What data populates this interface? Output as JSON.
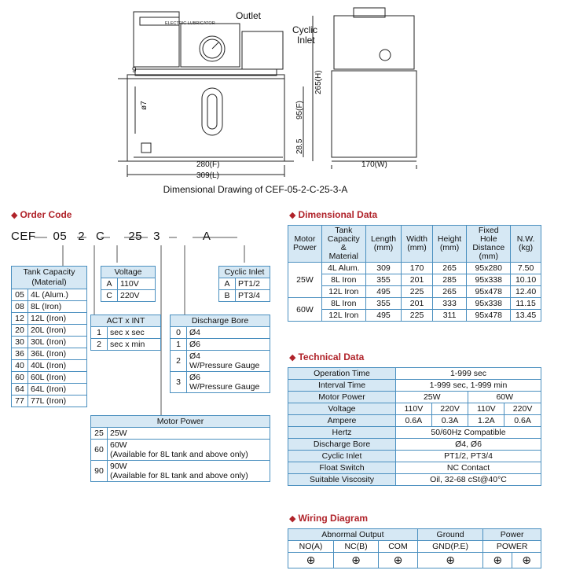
{
  "drawing": {
    "caption": "Dimensional Drawing of CEF-05-2-C-25-3-A",
    "labels": {
      "outlet": "Outlet",
      "cyclic_inlet": "Cyclic\nInlet",
      "nameplate": "ELECTRIC LUBRICATOR",
      "dim_9": "9",
      "dim_phi7": "ø7",
      "dim_265h": "265(H)",
      "dim_95f": "95(F)",
      "dim_28_5": "28.5",
      "dim_280f": "280(F)",
      "dim_309l": "309(L)",
      "dim_170w": "170(W)"
    }
  },
  "order_code": {
    "title": "Order Code",
    "code_parts": [
      "CEF",
      "05",
      "2",
      "C",
      "25",
      "3",
      "A"
    ],
    "tank": {
      "header": "Tank Capacity\n(Material)",
      "rows": [
        [
          "05",
          "4L (Alum.)"
        ],
        [
          "08",
          "8L (Iron)"
        ],
        [
          "12",
          "12L (Iron)"
        ],
        [
          "20",
          "20L (Iron)"
        ],
        [
          "30",
          "30L (Iron)"
        ],
        [
          "36",
          "36L (Iron)"
        ],
        [
          "40",
          "40L (Iron)"
        ],
        [
          "60",
          "60L (Iron)"
        ],
        [
          "64",
          "64L (Iron)"
        ],
        [
          "77",
          "77L (Iron)"
        ]
      ]
    },
    "voltage": {
      "header": "Voltage",
      "rows": [
        [
          "A",
          "110V"
        ],
        [
          "C",
          "220V"
        ]
      ]
    },
    "act": {
      "header": "ACT x INT",
      "rows": [
        [
          "1",
          "sec x sec"
        ],
        [
          "2",
          "sec x min"
        ]
      ]
    },
    "discharge": {
      "header": "Discharge Bore",
      "rows": [
        [
          "0",
          "Ø4"
        ],
        [
          "1",
          "Ø6"
        ],
        [
          "2",
          "Ø4\nW/Pressure Gauge"
        ],
        [
          "3",
          "Ø6\nW/Pressure Gauge"
        ]
      ]
    },
    "cyclic": {
      "header": "Cyclic Inlet",
      "rows": [
        [
          "A",
          "PT1/2"
        ],
        [
          "B",
          "PT3/4"
        ]
      ]
    },
    "motor": {
      "header": "Motor Power",
      "rows": [
        [
          "25",
          "25W"
        ],
        [
          "60",
          "60W\n(Available for 8L tank and above only)"
        ],
        [
          "90",
          "90W\n(Available for 8L tank and above only)"
        ]
      ]
    }
  },
  "dimensional_data": {
    "title": "Dimensional Data",
    "headers": [
      "Motor\nPower",
      "Tank\nCapacity\n&\nMaterial",
      "Length\n(mm)",
      "Width\n(mm)",
      "Height\n(mm)",
      "Fixed\nHole\nDistance\n(mm)",
      "N.W.\n(kg)"
    ],
    "groups": [
      {
        "power": "25W",
        "rows": [
          [
            "4L Alum.",
            "309",
            "170",
            "265",
            "95x280",
            "7.50"
          ],
          [
            "8L Iron",
            "355",
            "201",
            "285",
            "95x338",
            "10.10"
          ],
          [
            "12L Iron",
            "495",
            "225",
            "265",
            "95x478",
            "12.40"
          ]
        ]
      },
      {
        "power": "60W",
        "rows": [
          [
            "8L Iron",
            "355",
            "201",
            "333",
            "95x338",
            "11.15"
          ],
          [
            "12L Iron",
            "495",
            "225",
            "311",
            "95x478",
            "13.45"
          ]
        ]
      }
    ]
  },
  "technical_data": {
    "title": "Technical Data",
    "rows_simple_top": [
      [
        "Operation Time",
        "1-999 sec"
      ],
      [
        "Interval Time",
        "1-999 sec, 1-999 min"
      ]
    ],
    "motor_power": {
      "label": "Motor Power",
      "a": "25W",
      "b": "60W"
    },
    "voltage": {
      "label": "Voltage",
      "values": [
        "110V",
        "220V",
        "110V",
        "220V"
      ]
    },
    "ampere": {
      "label": "Ampere",
      "values": [
        "0.6A",
        "0.3A",
        "1.2A",
        "0.6A"
      ]
    },
    "rows_simple_bottom": [
      [
        "Hertz",
        "50/60Hz Compatible"
      ],
      [
        "Discharge Bore",
        "Ø4, Ø6"
      ],
      [
        "Cyclic Inlet",
        "PT1/2, PT3/4"
      ],
      [
        "Float Switch",
        "NC Contact"
      ],
      [
        "Suitable Viscosity",
        "Oil, 32-68 cSt@40°C"
      ]
    ]
  },
  "wiring": {
    "title": "Wiring Diagram",
    "group_headers": [
      "Abnormal Output",
      "Ground",
      "Power"
    ],
    "terminals": [
      "NO(A)",
      "NC(B)",
      "COM",
      "GND(P.E)",
      "POWER"
    ],
    "terminal_symbol": "⊕"
  }
}
